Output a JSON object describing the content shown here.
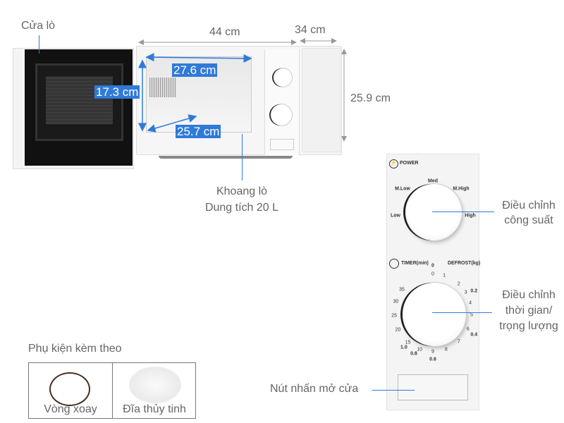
{
  "labels": {
    "door": "Cửa lò",
    "width": "44 cm",
    "depth": "34 cm",
    "height": "25.9 cm",
    "cavity_width": "27.6 cm",
    "cavity_height": "17.3 cm",
    "cavity_depth": "25.7 cm",
    "cavity_title": "Khoang lò",
    "capacity": "Dung tích 20 L",
    "power_adjust": [
      "Điều chỉnh",
      "công suất"
    ],
    "time_adjust": [
      "Điều chỉnh",
      "thời gian/",
      "trọng lượng"
    ],
    "door_button": "Nút nhấn mở cửa"
  },
  "panel": {
    "power_title": "POWER",
    "power_levels": {
      "low": "Low",
      "mlow": "M.Low",
      "med": "Med",
      "mhigh": "M.High",
      "high": "High"
    },
    "timer_title": "TIMER(min)",
    "defrost_title": "DEFROST(kg)",
    "timer_marks": [
      "0",
      "1",
      "2",
      "3",
      "4",
      "5",
      "6",
      "7",
      "8",
      "9",
      "10",
      "15",
      "20",
      "25",
      "30",
      "35"
    ],
    "defrost_marks": [
      "0",
      "0.2",
      "0.4",
      "0.6",
      "0.8",
      "1.0"
    ]
  },
  "accessories": {
    "title": "Phụ kiện kèm theo",
    "items": [
      {
        "label": "Vòng xoay"
      },
      {
        "label": "Đĩa thủy tinh"
      }
    ]
  },
  "colors": {
    "accent": "#2f7ad8"
  }
}
